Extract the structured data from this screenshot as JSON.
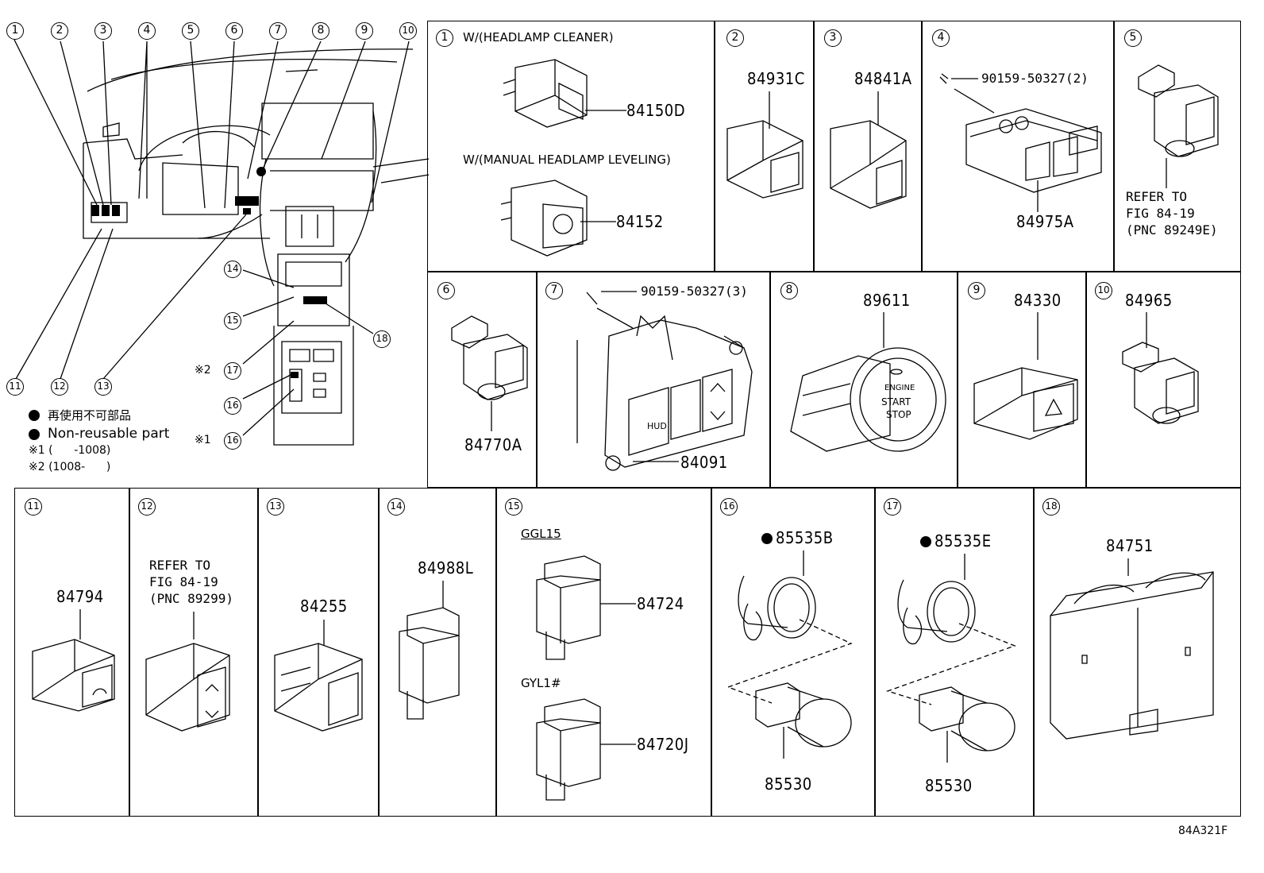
{
  "overview": {
    "callouts_top": [
      "1",
      "2",
      "3",
      "4",
      "5",
      "6",
      "7",
      "8",
      "9",
      "10"
    ],
    "callouts_side": [
      "14",
      "15",
      "18",
      "17",
      "16",
      "16"
    ],
    "callouts_bottom": [
      "11",
      "12",
      "13"
    ],
    "note_mark_2": "※2",
    "note_mark_1": "※1",
    "legend_jp": "再使用不可部品",
    "legend_en": "Non-reusable part",
    "footnote_1": "※1 (      -1008)",
    "footnote_2": "※2 (1008-      )"
  },
  "panels": [
    {
      "num": "1",
      "header": "W/(HEADLAMP CLEANER)",
      "sub": "W/(MANUAL HEADLAMP LEVELING)",
      "parts": [
        "84150D",
        "84152"
      ]
    },
    {
      "num": "2",
      "parts": [
        "84931C"
      ]
    },
    {
      "num": "3",
      "parts": [
        "84841A"
      ]
    },
    {
      "num": "4",
      "parts": [
        "90159-50327(2)",
        "84975A"
      ]
    },
    {
      "num": "5",
      "refer": [
        "REFER TO",
        "FIG 84-19",
        "(PNC 89249E)"
      ]
    },
    {
      "num": "6",
      "parts": [
        "84770A"
      ]
    },
    {
      "num": "7",
      "parts": [
        "90159-50327(3)",
        "84091"
      ],
      "button_hud": "HUD"
    },
    {
      "num": "8",
      "parts": [
        "89611"
      ],
      "button_text": [
        "ENGINE",
        "START",
        "STOP"
      ]
    },
    {
      "num": "9",
      "parts": [
        "84330"
      ]
    },
    {
      "num": "10",
      "parts": [
        "84965"
      ]
    },
    {
      "num": "11",
      "parts": [
        "84794"
      ]
    },
    {
      "num": "12",
      "refer": [
        "REFER TO",
        "FIG 84-19",
        "(PNC 89299)"
      ]
    },
    {
      "num": "13",
      "parts": [
        "84255"
      ]
    },
    {
      "num": "14",
      "parts": [
        "84988L"
      ]
    },
    {
      "num": "15",
      "variant_a": "GGL15",
      "variant_b": "GYL1#",
      "parts": [
        "84724",
        "84720J"
      ]
    },
    {
      "num": "16",
      "parts": [
        "85535B",
        "85530"
      ]
    },
    {
      "num": "17",
      "parts": [
        "85535E",
        "85530"
      ]
    },
    {
      "num": "18",
      "parts": [
        "84751"
      ]
    }
  ],
  "figure_code": "84A321F"
}
